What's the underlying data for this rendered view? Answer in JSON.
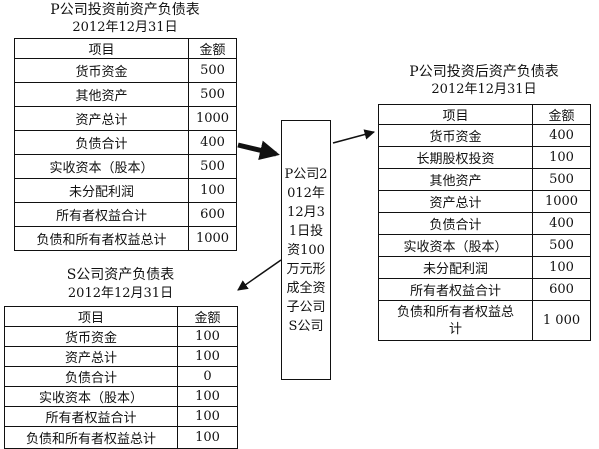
{
  "before": {
    "title": "P公司投资前资产负债表",
    "date": "2012年12月31日",
    "header": [
      "项目",
      "金额"
    ],
    "rows": [
      [
        "货币资金",
        "500"
      ],
      [
        "其他资产",
        "500"
      ],
      [
        "资产总计",
        "1000"
      ],
      [
        "负债合计",
        "400"
      ],
      [
        "实收资本（股本）",
        "500"
      ],
      [
        "未分配利润",
        "100"
      ],
      [
        "所有者权益合计",
        "600"
      ],
      [
        "负债和所有者权益总计",
        "1000"
      ]
    ]
  },
  "after": {
    "title": "P公司投资后资产负债表",
    "date": "2012年12月31日",
    "header": [
      "项目",
      "金额"
    ],
    "rows": [
      [
        "货币资金",
        "400"
      ],
      [
        "长期股权投资",
        "100"
      ],
      [
        "其他资产",
        "500"
      ],
      [
        "资产总计",
        "1000"
      ],
      [
        "负债合计",
        "400"
      ],
      [
        "实收资本（股本）",
        "500"
      ],
      [
        "未分配利润",
        "100"
      ],
      [
        "所有者权益合计",
        "600"
      ],
      [
        "负债和所有者权益总计",
        "1 000"
      ]
    ]
  },
  "subsidiary": {
    "title": "S公司资产负债表",
    "date": "2012年12月31日",
    "header": [
      "项目",
      "金额"
    ],
    "rows": [
      [
        "货币资金",
        "100"
      ],
      [
        "资产总计",
        "100"
      ],
      [
        "负债合计",
        "0"
      ],
      [
        "实收资本（股本）",
        "100"
      ],
      [
        "所有者权益合计",
        "100"
      ],
      [
        "负债和所有者权益总计",
        "100"
      ]
    ]
  },
  "center_note": "P公司2012年12月31日投资100万元形成全资子公司S公司"
}
